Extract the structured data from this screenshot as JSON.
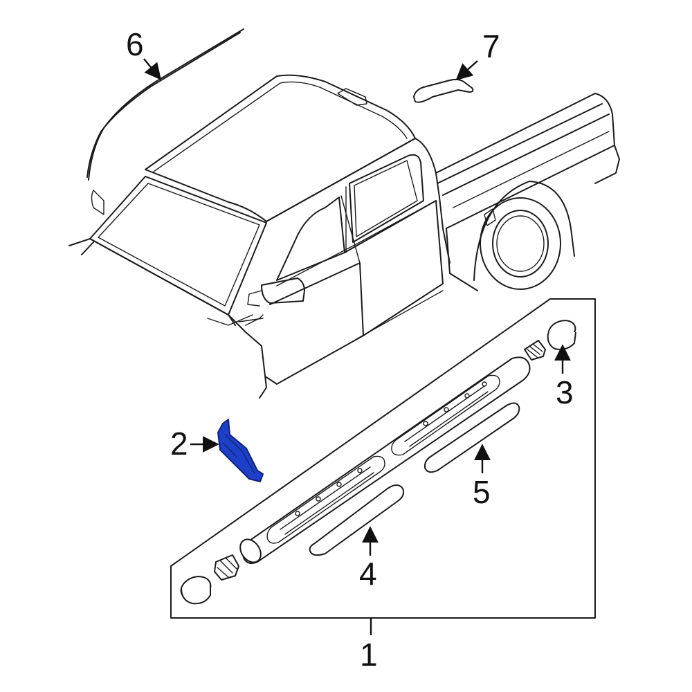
{
  "colors": {
    "line": "#1a1a1a",
    "highlight": "#1e3fc8",
    "highlight_dark": "#0f237a",
    "background": "#ffffff"
  },
  "callouts": {
    "c1": "1",
    "c2": "2",
    "c3": "3",
    "c4": "4",
    "c5": "5",
    "c6": "6",
    "c7": "7"
  },
  "highlighted_part": "2"
}
